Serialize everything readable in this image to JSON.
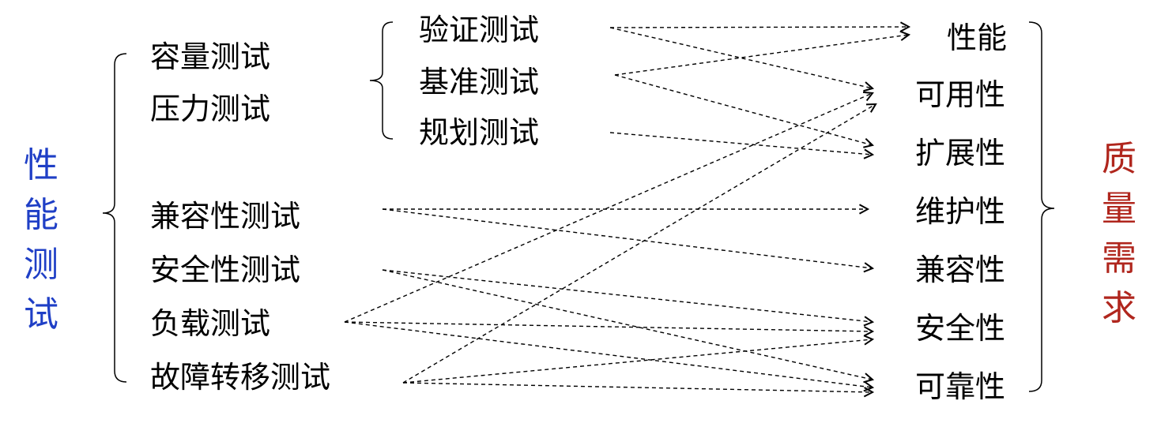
{
  "left_title": [
    "性",
    "能",
    "测",
    "试"
  ],
  "right_title": [
    "质",
    "量",
    "需",
    "求"
  ],
  "colors": {
    "left_title": "#1f3fc6",
    "right_title": "#b0261d",
    "text": "#000000"
  },
  "tests": {
    "capacity": "容量测试",
    "stress": "压力测试",
    "compatibility": "兼容性测试",
    "security": "安全性测试",
    "load": "负载测试",
    "failover": "故障转移测试"
  },
  "subtests": {
    "validation": "验证测试",
    "benchmark": "基准测试",
    "planning": "规划测试"
  },
  "qualities": {
    "performance": "性能",
    "availability": "可用性",
    "scalability": "扩展性",
    "maintainability": "维护性",
    "compatibility": "兼容性",
    "security": "安全性",
    "reliability": "可靠性"
  },
  "links": [
    {
      "from": "validation",
      "to": "performance"
    },
    {
      "from": "validation",
      "to": "availability"
    },
    {
      "from": "benchmark",
      "to": "performance"
    },
    {
      "from": "benchmark",
      "to": "scalability"
    },
    {
      "from": "planning",
      "to": "scalability"
    },
    {
      "from": "compatibility",
      "to": "maintainability"
    },
    {
      "from": "compatibility",
      "to": "compatibility"
    },
    {
      "from": "security",
      "to": "security"
    },
    {
      "from": "security",
      "to": "reliability"
    },
    {
      "from": "load",
      "to": "availability"
    },
    {
      "from": "load",
      "to": "security"
    },
    {
      "from": "load",
      "to": "reliability"
    },
    {
      "from": "failover",
      "to": "availability"
    },
    {
      "from": "failover",
      "to": "security"
    },
    {
      "from": "failover",
      "to": "reliability"
    }
  ]
}
